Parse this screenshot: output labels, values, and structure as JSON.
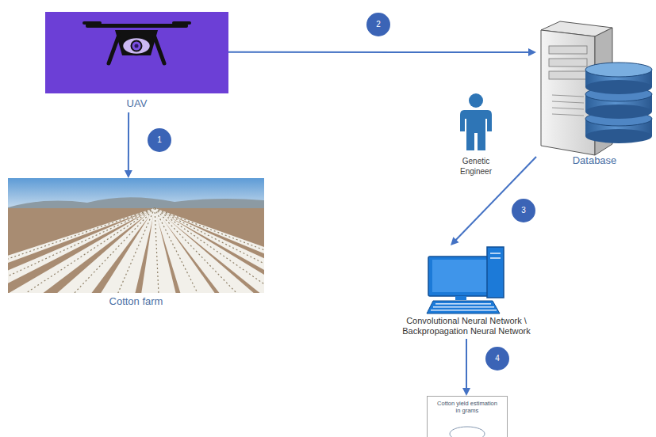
{
  "diagram": {
    "nodes": [
      {
        "text": [
          "UAV"
        ]
      },
      {
        "text": [
          "Database"
        ]
      },
      {
        "text": [
          "Cotton farm"
        ]
      },
      {
        "text": [
          "Genetic Engineer"
        ]
      },
      {
        "text": [
          "Convolutional Neural Network \\ Backpropagation Neural Network"
        ]
      },
      {
        "text": [
          "Cotton yield estimation in grams"
        ]
      }
    ],
    "edges": [
      {
        "from": 0,
        "to": 2,
        "arrow": "to"
      },
      {
        "from": 0,
        "to": 1,
        "arrow": "to"
      },
      {
        "from": 1,
        "to": 4,
        "arrow": "to"
      },
      {
        "from": 4,
        "to": 5,
        "arrow": "to"
      }
    ],
    "labels": [
      "1",
      "2",
      "3",
      "4"
    ]
  }
}
